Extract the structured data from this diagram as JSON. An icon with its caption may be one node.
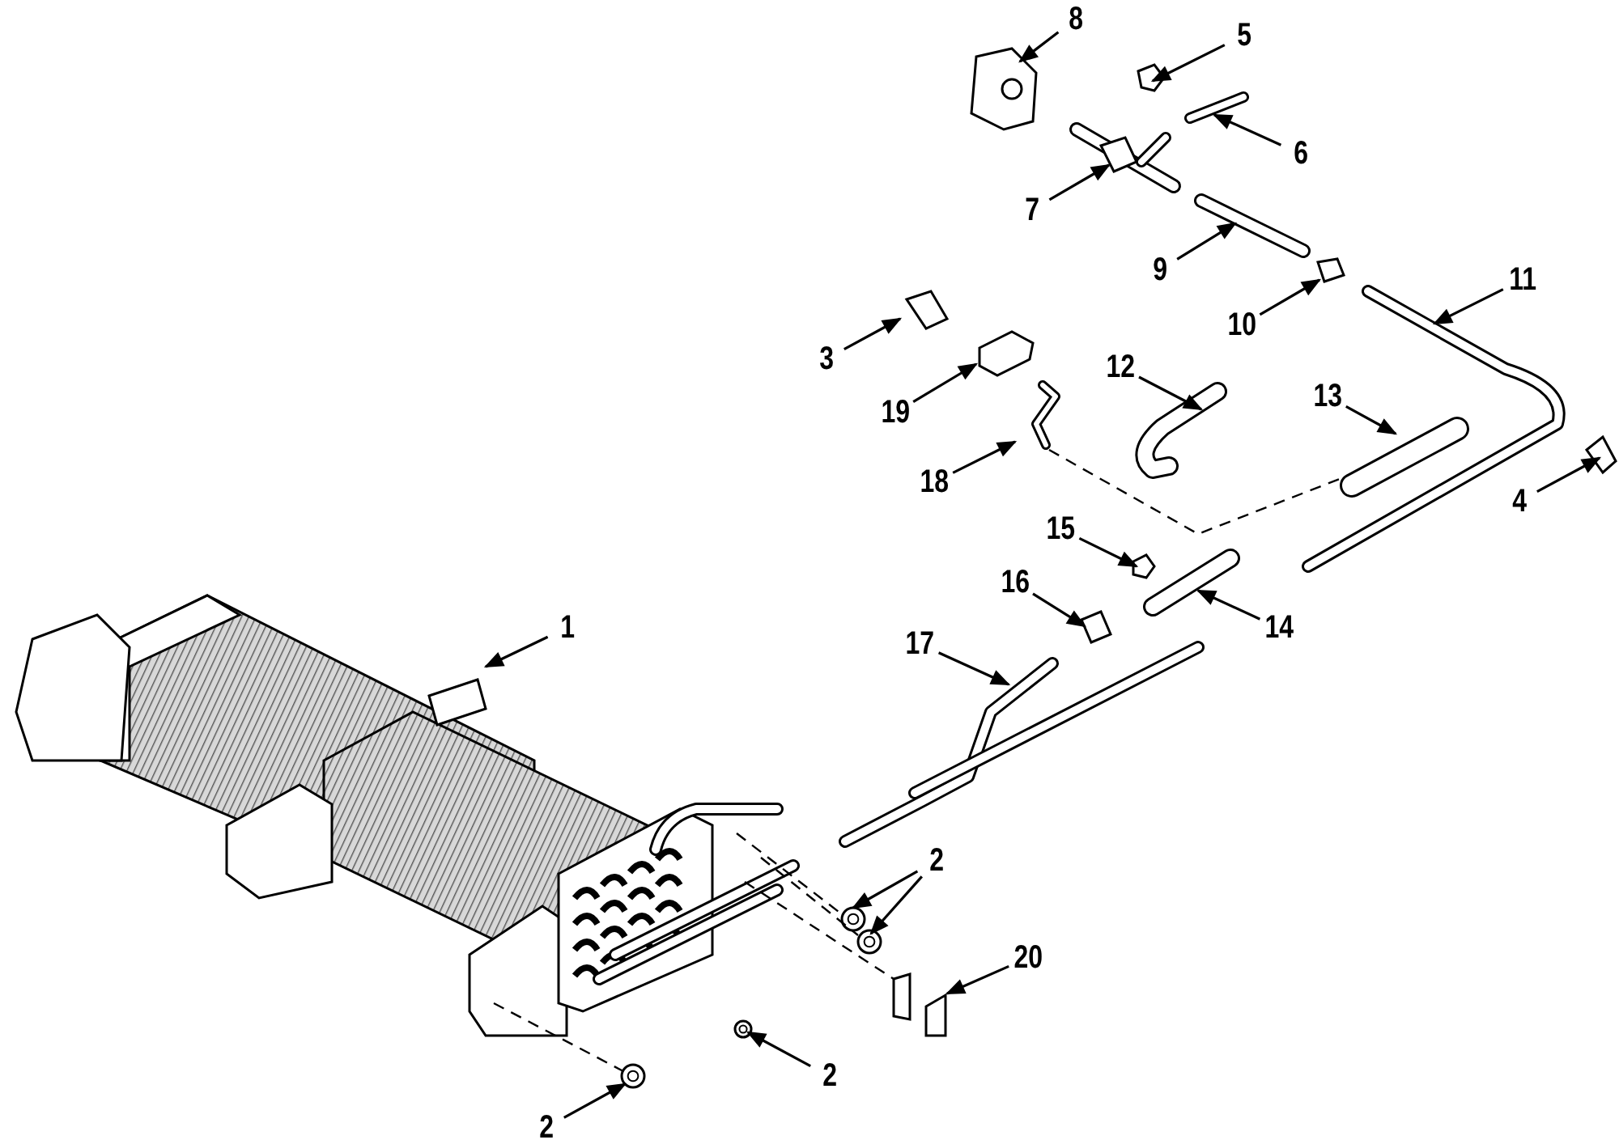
{
  "diagram": {
    "nodes": [
      {
        "text": [
          "1"
        ]
      },
      {
        "text": [
          "2"
        ]
      },
      {
        "text": [
          "2"
        ]
      },
      {
        "text": [
          "2"
        ]
      },
      {
        "text": [
          "3"
        ]
      },
      {
        "text": [
          "4"
        ]
      },
      {
        "text": [
          "5"
        ]
      },
      {
        "text": [
          "6"
        ]
      },
      {
        "text": [
          "7"
        ]
      },
      {
        "text": [
          "8"
        ]
      },
      {
        "text": [
          "9"
        ]
      },
      {
        "text": [
          "10"
        ]
      },
      {
        "text": [
          "11"
        ]
      },
      {
        "text": [
          "12"
        ]
      },
      {
        "text": [
          "13"
        ]
      },
      {
        "text": [
          "14"
        ]
      },
      {
        "text": [
          "15"
        ]
      },
      {
        "text": [
          "16"
        ]
      },
      {
        "text": [
          "17"
        ]
      },
      {
        "text": [
          "18"
        ]
      },
      {
        "text": [
          "19"
        ]
      },
      {
        "text": [
          "20"
        ]
      }
    ],
    "edges": [
      {
        "from": 0,
        "to": null,
        "arrow": "to"
      },
      {
        "from": 1,
        "to": null,
        "arrow": "to"
      },
      {
        "from": 1,
        "to": null,
        "arrow": "to"
      },
      {
        "from": 2,
        "to": null,
        "arrow": "to"
      },
      {
        "from": 3,
        "to": null,
        "arrow": "to"
      },
      {
        "from": 4,
        "to": null,
        "arrow": "to"
      },
      {
        "from": 5,
        "to": null,
        "arrow": "to"
      },
      {
        "from": 6,
        "to": null,
        "arrow": "to"
      },
      {
        "from": 7,
        "to": null,
        "arrow": "to"
      },
      {
        "from": 8,
        "to": null,
        "arrow": "to"
      },
      {
        "from": 9,
        "to": null,
        "arrow": "to"
      },
      {
        "from": 10,
        "to": null,
        "arrow": "to"
      },
      {
        "from": 11,
        "to": null,
        "arrow": "to"
      },
      {
        "from": 12,
        "to": null,
        "arrow": "to"
      },
      {
        "from": 13,
        "to": null,
        "arrow": "to"
      },
      {
        "from": 14,
        "to": null,
        "arrow": "to"
      },
      {
        "from": 15,
        "to": null,
        "arrow": "to"
      },
      {
        "from": 16,
        "to": null,
        "arrow": "to"
      },
      {
        "from": 17,
        "to": null,
        "arrow": "to"
      },
      {
        "from": 18,
        "to": null,
        "arrow": "to"
      },
      {
        "from": 19,
        "to": null,
        "arrow": "to"
      },
      {
        "from": 20,
        "to": null,
        "arrow": "to"
      },
      {
        "from": 21,
        "to": null,
        "arrow": "to"
      }
    ]
  }
}
